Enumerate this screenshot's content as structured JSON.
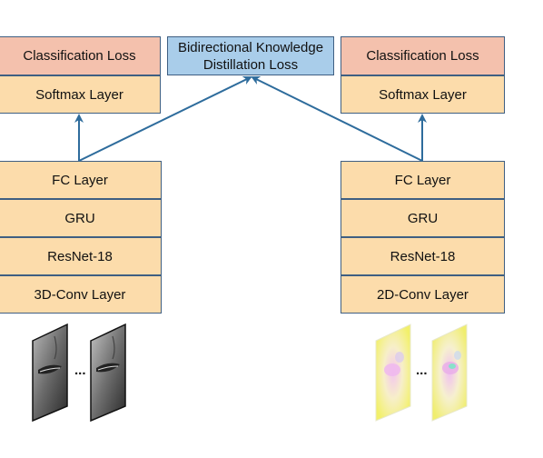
{
  "left_branch": {
    "classification_loss": "Classification Loss",
    "softmax_layer": "Softmax Layer",
    "fc_layer": "FC Layer",
    "gru": "GRU",
    "resnet": "ResNet-18",
    "conv_layer": "3D-Conv Layer",
    "ellipsis": "..."
  },
  "right_branch": {
    "classification_loss": "Classification Loss",
    "softmax_layer": "Softmax Layer",
    "fc_layer": "FC Layer",
    "gru": "GRU",
    "resnet": "ResNet-18",
    "conv_layer": "2D-Conv Layer",
    "ellipsis": "..."
  },
  "center": {
    "distillation_loss_line1": "Bidirectional Knowledge",
    "distillation_loss_line2": "Distillation Loss"
  },
  "colors": {
    "layer_fill": "#fcdcab",
    "loss_fill": "#f4c1ad",
    "distill_fill": "#a9cdea",
    "arrow": "#2e6c9c"
  }
}
